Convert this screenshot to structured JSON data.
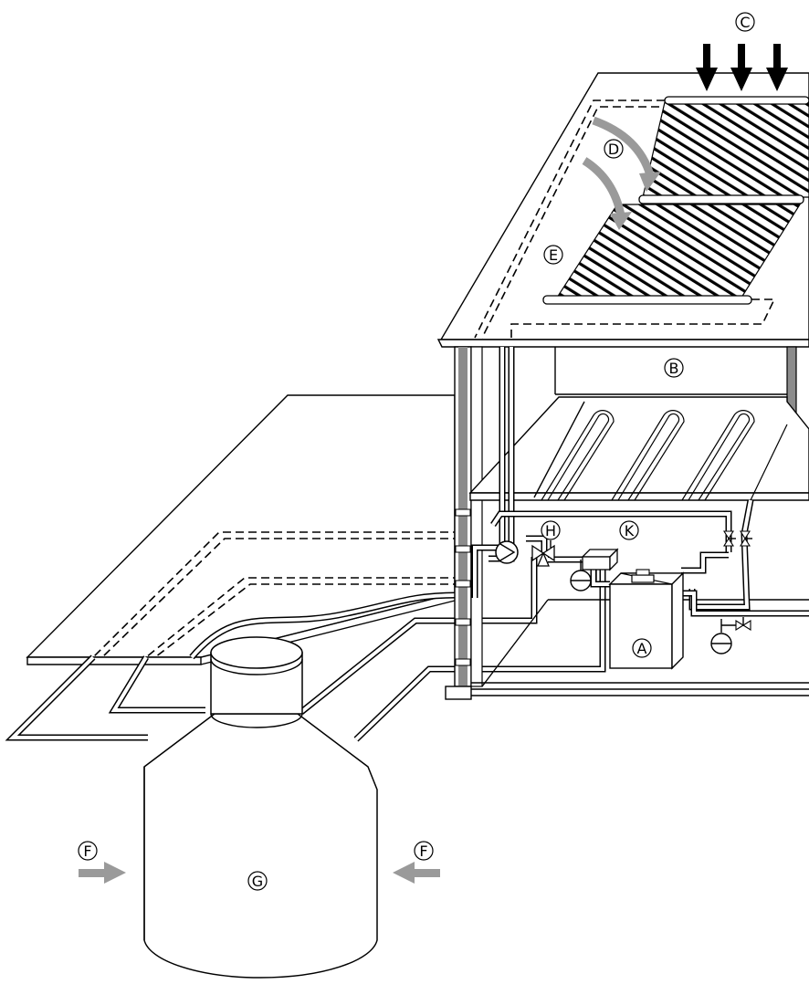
{
  "diagram": {
    "colors": {
      "line": "#000000",
      "arrow_gray": "#9a9a9a",
      "column_gray": "#8c8c8c",
      "background": "#ffffff"
    },
    "labels": {
      "A": "A",
      "B": "B",
      "C": "C",
      "D": "D",
      "E": "E",
      "F": "F",
      "G": "G",
      "H": "H",
      "K": "K"
    }
  }
}
